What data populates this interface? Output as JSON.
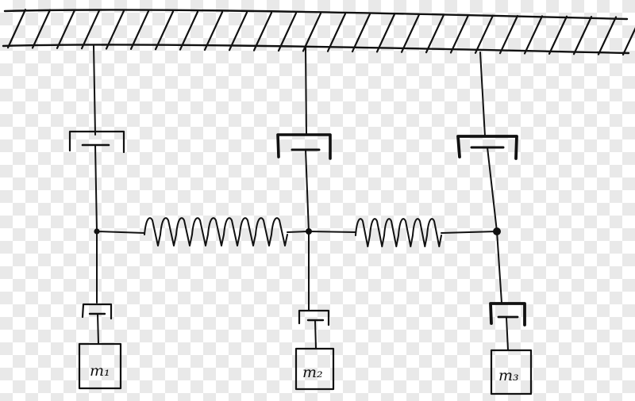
{
  "diagram": {
    "masses": [
      {
        "id": "m1",
        "label": "m₁"
      },
      {
        "id": "m2",
        "label": "m₂"
      },
      {
        "id": "m3",
        "label": "m₃"
      }
    ],
    "springs": [
      {
        "between": [
          "m1",
          "m2"
        ]
      },
      {
        "between": [
          "m2",
          "m3"
        ]
      }
    ],
    "colors": {
      "ink": "#111111",
      "checker": "#e9e9e9"
    }
  }
}
